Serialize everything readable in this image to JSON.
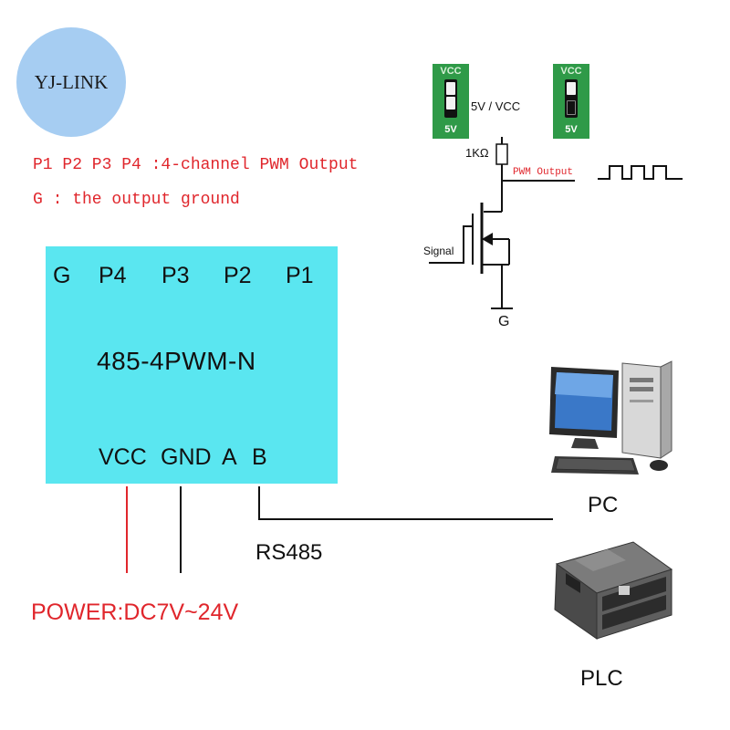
{
  "logo": {
    "text": "YJ-LINK"
  },
  "notes": {
    "line1": "P1 P2 P3 P4 :4-channel PWM Output",
    "line2": "G : the output ground"
  },
  "module": {
    "top_pins": [
      "G",
      "P4",
      "P3",
      "P2",
      "P1"
    ],
    "model": "485-4PWM-N",
    "bottom_pins": [
      "VCC",
      "GND",
      "A",
      "B"
    ],
    "color": "#5ae6f0"
  },
  "wiring": {
    "bus_label": "RS485",
    "power_label": "POWER:DC7V~24V",
    "pc_label": "PC",
    "plc_label": "PLC"
  },
  "circuit": {
    "supply_label": "5V / VCC",
    "resistor_label": "1KΩ",
    "output_label": "PWM Output",
    "input_label": "Signal",
    "ground_label": "G",
    "jumper_left": {
      "top": "VCC",
      "bottom": "5V"
    },
    "jumper_right": {
      "top": "VCC",
      "bottom": "5V"
    }
  },
  "colors": {
    "accent_red": "#e0262c",
    "module_cyan": "#5ae6f0",
    "logo_blue": "#a6cdf2",
    "jumper_green": "#2f9a48"
  }
}
